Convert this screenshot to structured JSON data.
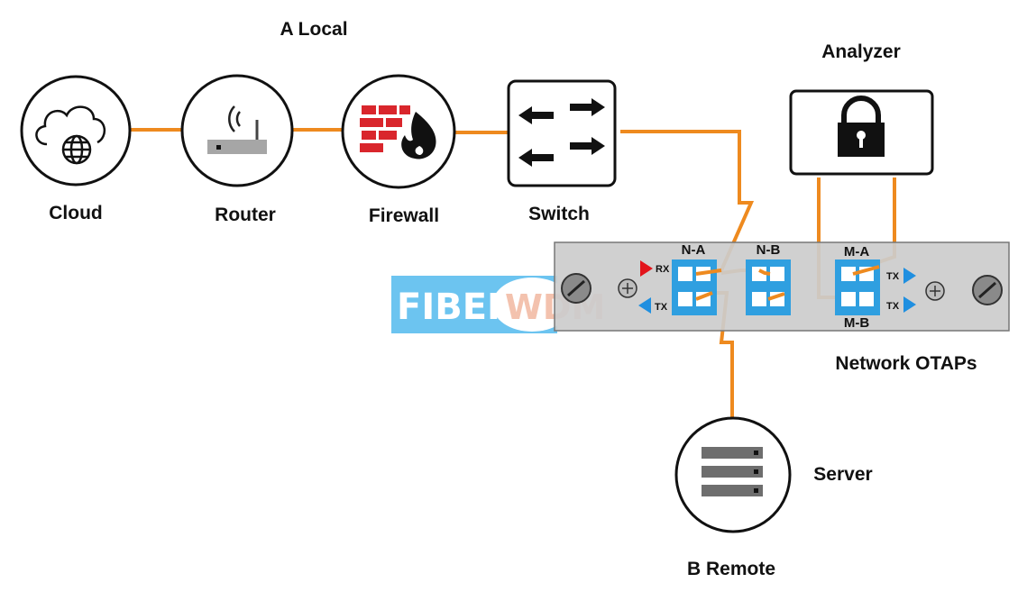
{
  "nodes": {
    "cloud": "Cloud",
    "router": "Router",
    "firewall": "Firewall",
    "switch": "Switch",
    "analyzer": "Analyzer",
    "server": "Server"
  },
  "sites": {
    "local": "A Local",
    "remote": "B Remote"
  },
  "tap": {
    "name": "Network OTAPs",
    "ports": {
      "na": "N-A",
      "nb": "N-B",
      "ma": "M-A",
      "mb": "M-B"
    },
    "signals": {
      "rx": "RX",
      "tx": "TX"
    }
  },
  "watermark": {
    "part1": "FIBER",
    "part2": "WDM"
  },
  "colors": {
    "fiber": "#ee8a1f",
    "port": "#2f9fe0",
    "panel": "#cccccc",
    "rx_arrow": "#e3141b",
    "tx_arrow": "#1f8fe0",
    "firewall": "#d9262c",
    "watermark_bg": "#6cc4f0"
  }
}
